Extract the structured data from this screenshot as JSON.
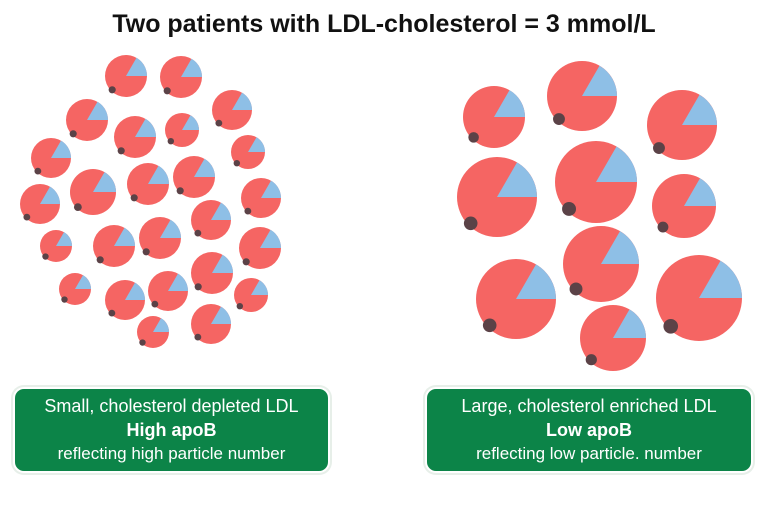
{
  "title": "Two patients with LDL-cholesterol = 3 mmol/L",
  "colors": {
    "particle_body": "#f56563",
    "cholesterol_wedge": "#8ebfe6",
    "apob_dot": "#5b4247",
    "box_fill": "#0c8448"
  },
  "panels": [
    {
      "id": "left",
      "line1": "Small, cholesterol depleted LDL",
      "line2": "High apoB",
      "line3": "reflecting high particle number"
    },
    {
      "id": "right",
      "line1": "Large, cholesterol enriched LDL",
      "line2": "Low apoB",
      "line3": "reflecting low particle. number"
    }
  ]
}
